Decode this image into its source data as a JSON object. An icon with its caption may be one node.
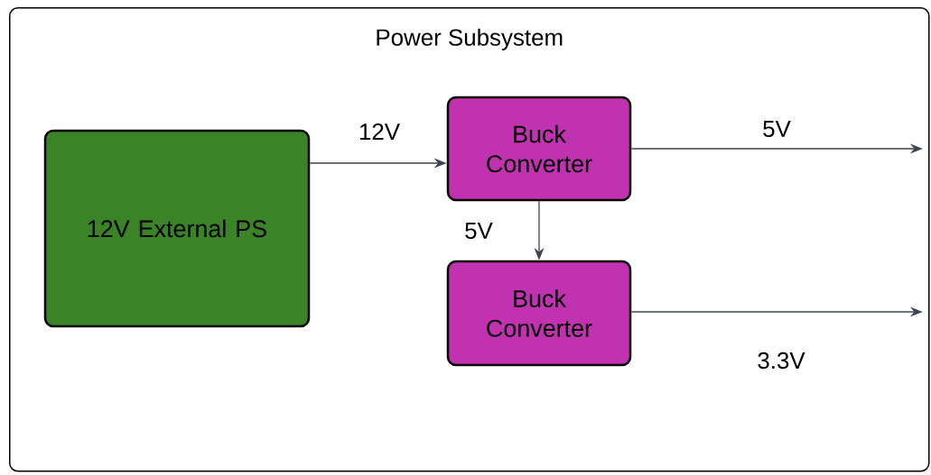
{
  "diagram": {
    "nodes": [
      {
        "text": [
          "Power Subsystem"
        ]
      },
      {
        "text": [
          "12V External PS"
        ],
        "in": 0
      },
      {
        "text": [
          "Buck Converter"
        ],
        "in": 0
      },
      {
        "text": [
          "Buck Converter"
        ],
        "in": 0
      }
    ],
    "edges": [
      {
        "from": 1,
        "to": 2,
        "arrow": "to",
        "label": "12V"
      },
      {
        "from": 2,
        "to": 3,
        "arrow": "to",
        "label": "5V"
      },
      {
        "from": 2,
        "to": null,
        "arrow": "to",
        "label": "5V"
      },
      {
        "from": 3,
        "to": null,
        "arrow": "to",
        "label": "3.3V"
      }
    ]
  }
}
